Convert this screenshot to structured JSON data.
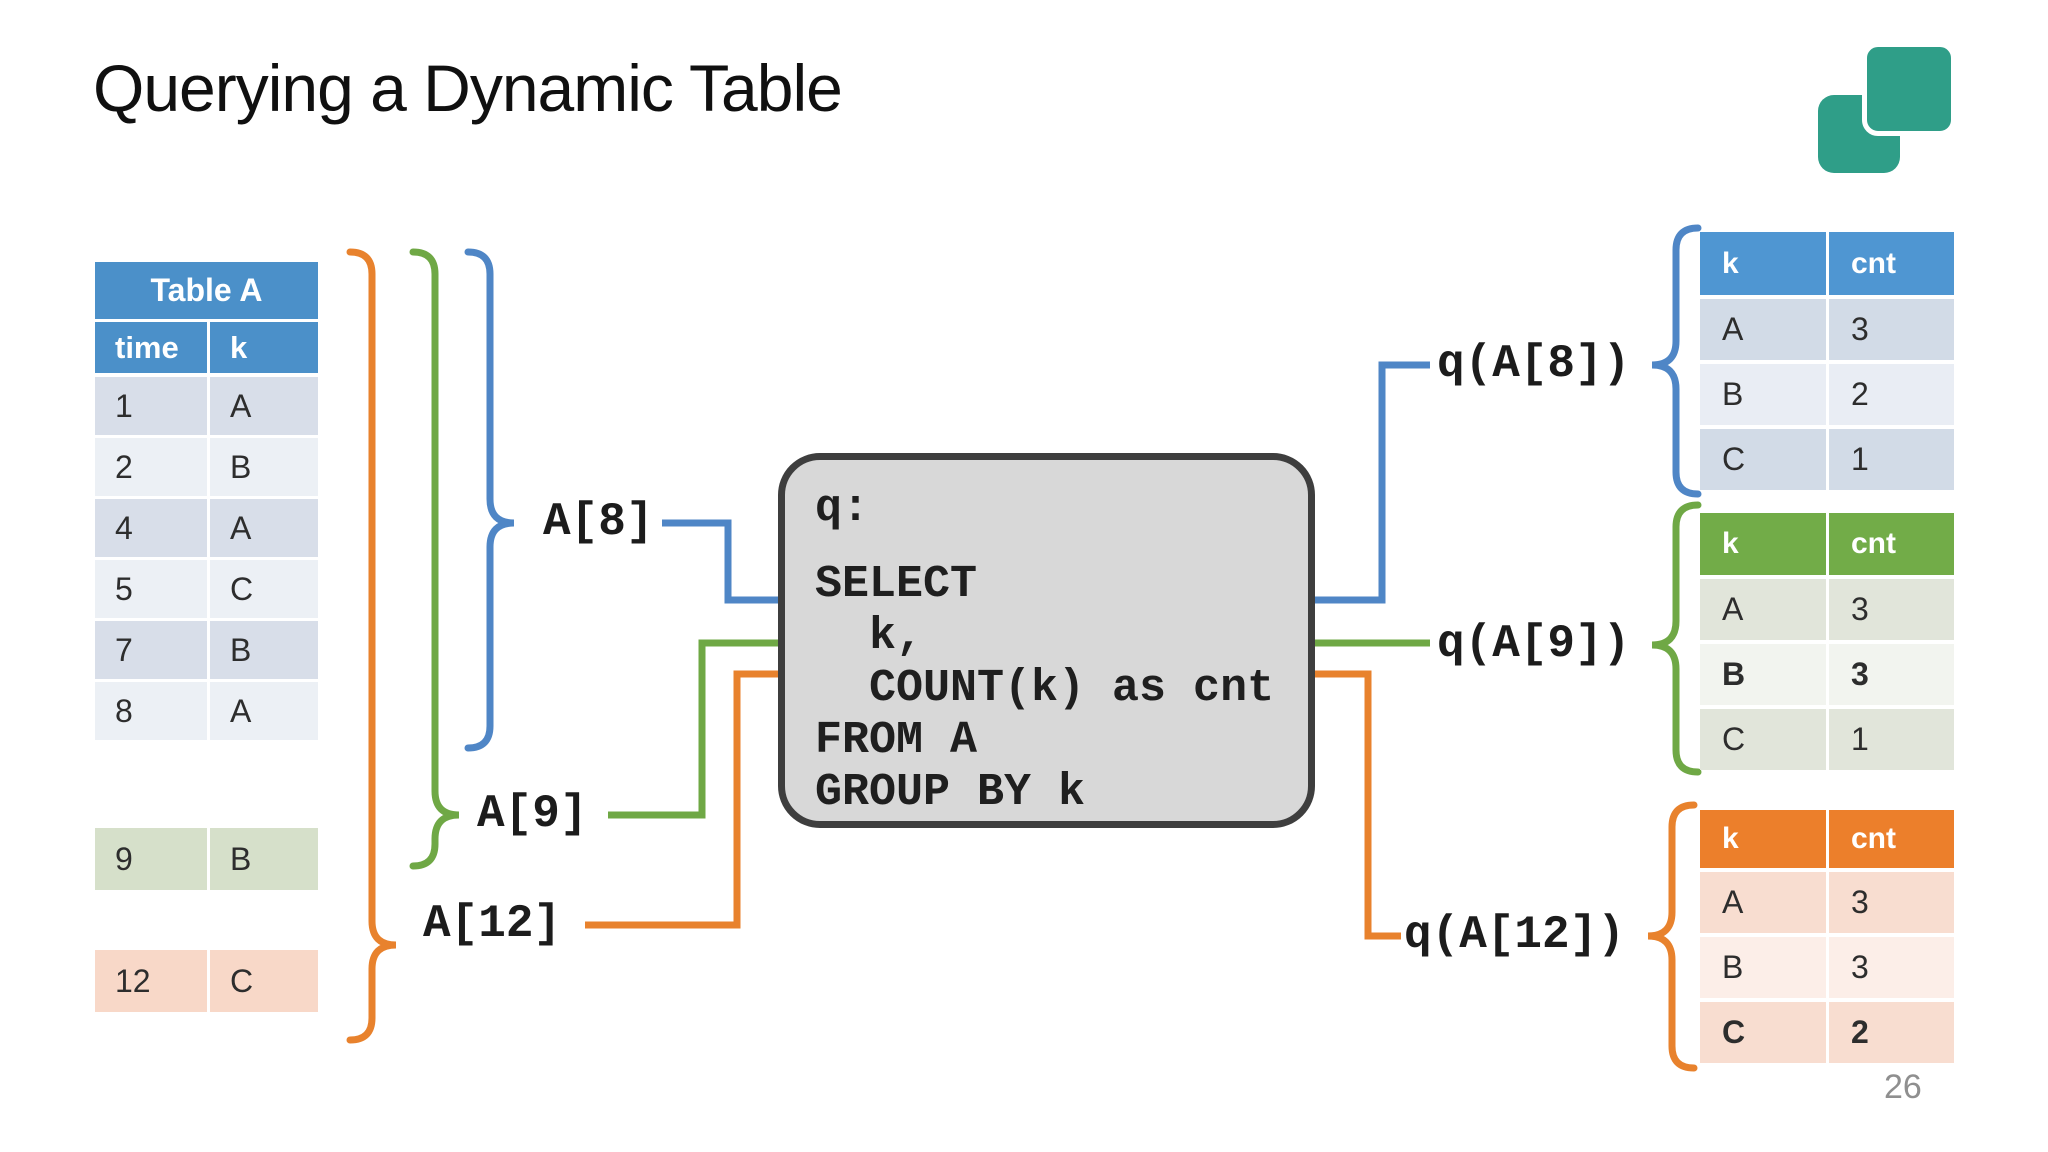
{
  "slide": {
    "title": "Querying a Dynamic Table",
    "page_number": "26"
  },
  "colors": {
    "blue": "#4f86c6",
    "green": "#6fa845",
    "orange": "#e8822d",
    "teal_logo": "#2f9e88",
    "box_fill": "#d8d8d8",
    "box_border": "#3e3e3e",
    "table_blue_header": "#4f96d2",
    "table_green_header": "#72ac48",
    "table_orange_header": "#ec7f2b",
    "left_table_header": "#4b90c9"
  },
  "table_a": {
    "title": "Table A",
    "col_headers": {
      "time": "time",
      "k": "k"
    },
    "rows": [
      {
        "time": "1",
        "k": "A"
      },
      {
        "time": "2",
        "k": "B"
      },
      {
        "time": "4",
        "k": "A"
      },
      {
        "time": "5",
        "k": "C"
      },
      {
        "time": "7",
        "k": "B"
      },
      {
        "time": "8",
        "k": "A"
      }
    ],
    "appended_rows": [
      {
        "time": "9",
        "k": "B"
      },
      {
        "time": "12",
        "k": "C"
      }
    ]
  },
  "snapshot_labels": {
    "a8": "A[8]",
    "a9": "A[9]",
    "a12": "A[12]"
  },
  "query_box": {
    "name_line": "q:",
    "sql_lines": [
      "SELECT",
      "  k,",
      "  COUNT(k) as cnt",
      "FROM A",
      "GROUP BY k"
    ]
  },
  "result_labels": {
    "qa8": "q(A[8])",
    "qa9": "q(A[9])",
    "qa12": "q(A[12])"
  },
  "result_tables": {
    "qa8": {
      "headers": {
        "k": "k",
        "cnt": "cnt"
      },
      "rows": [
        {
          "k": "A",
          "cnt": "3"
        },
        {
          "k": "B",
          "cnt": "2"
        },
        {
          "k": "C",
          "cnt": "1"
        }
      ]
    },
    "qa9": {
      "headers": {
        "k": "k",
        "cnt": "cnt"
      },
      "rows": [
        {
          "k": "A",
          "cnt": "3"
        },
        {
          "k": "B",
          "cnt": "3"
        },
        {
          "k": "C",
          "cnt": "1"
        }
      ],
      "bold_row": "B"
    },
    "qa12": {
      "headers": {
        "k": "k",
        "cnt": "cnt"
      },
      "rows": [
        {
          "k": "A",
          "cnt": "3"
        },
        {
          "k": "B",
          "cnt": "3"
        },
        {
          "k": "C",
          "cnt": "2"
        }
      ],
      "bold_row": "C"
    }
  }
}
